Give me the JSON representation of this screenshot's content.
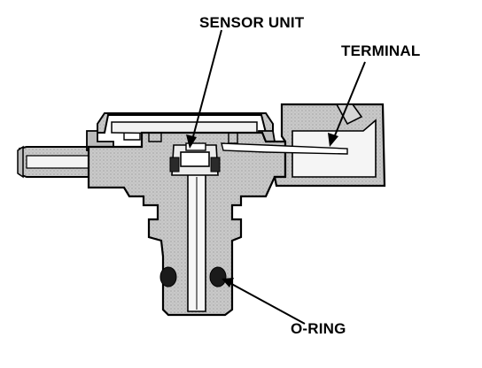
{
  "labels": {
    "sensor_unit": "SENSOR UNIT",
    "terminal": "TERMINAL",
    "o_ring": "O-RING"
  },
  "colors": {
    "body_fill": "#c6c6c6",
    "outline": "#000000",
    "background": "#ffffff",
    "o_ring": "#1a1a1a"
  }
}
